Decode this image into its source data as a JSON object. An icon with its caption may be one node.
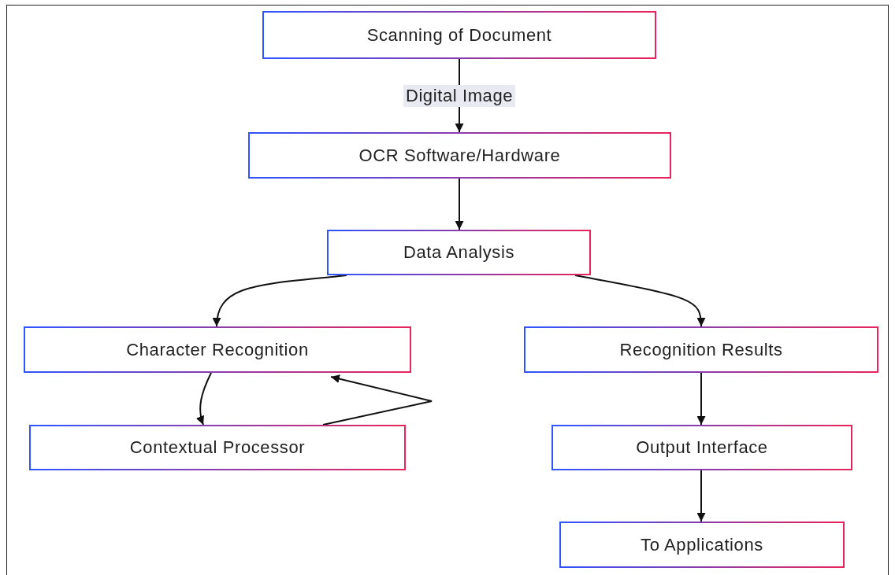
{
  "diagram": {
    "nodes": [
      {
        "text": [
          "Scanning of Document"
        ]
      },
      {
        "text": [
          "OCR Software/Hardware"
        ]
      },
      {
        "text": [
          "Data Analysis"
        ]
      },
      {
        "text": [
          "Character Recognition"
        ]
      },
      {
        "text": [
          "Recognition Results"
        ]
      },
      {
        "text": [
          "Contextual Processor"
        ]
      },
      {
        "text": [
          "Output Interface"
        ]
      },
      {
        "text": [
          "To Applications"
        ]
      }
    ],
    "edges": [
      {
        "from": 0,
        "to": 1,
        "arrow": "to",
        "label": "Digital Image"
      },
      {
        "from": 1,
        "to": 2,
        "arrow": "to"
      },
      {
        "from": 2,
        "to": 3,
        "arrow": "to"
      },
      {
        "from": 2,
        "to": 4,
        "arrow": "to"
      },
      {
        "from": 3,
        "to": 5,
        "arrow": "to"
      },
      {
        "from": 5,
        "to": 3,
        "arrow": "to"
      },
      {
        "from": 4,
        "to": 6,
        "arrow": "to"
      },
      {
        "from": 6,
        "to": 7,
        "arrow": "to"
      }
    ]
  }
}
